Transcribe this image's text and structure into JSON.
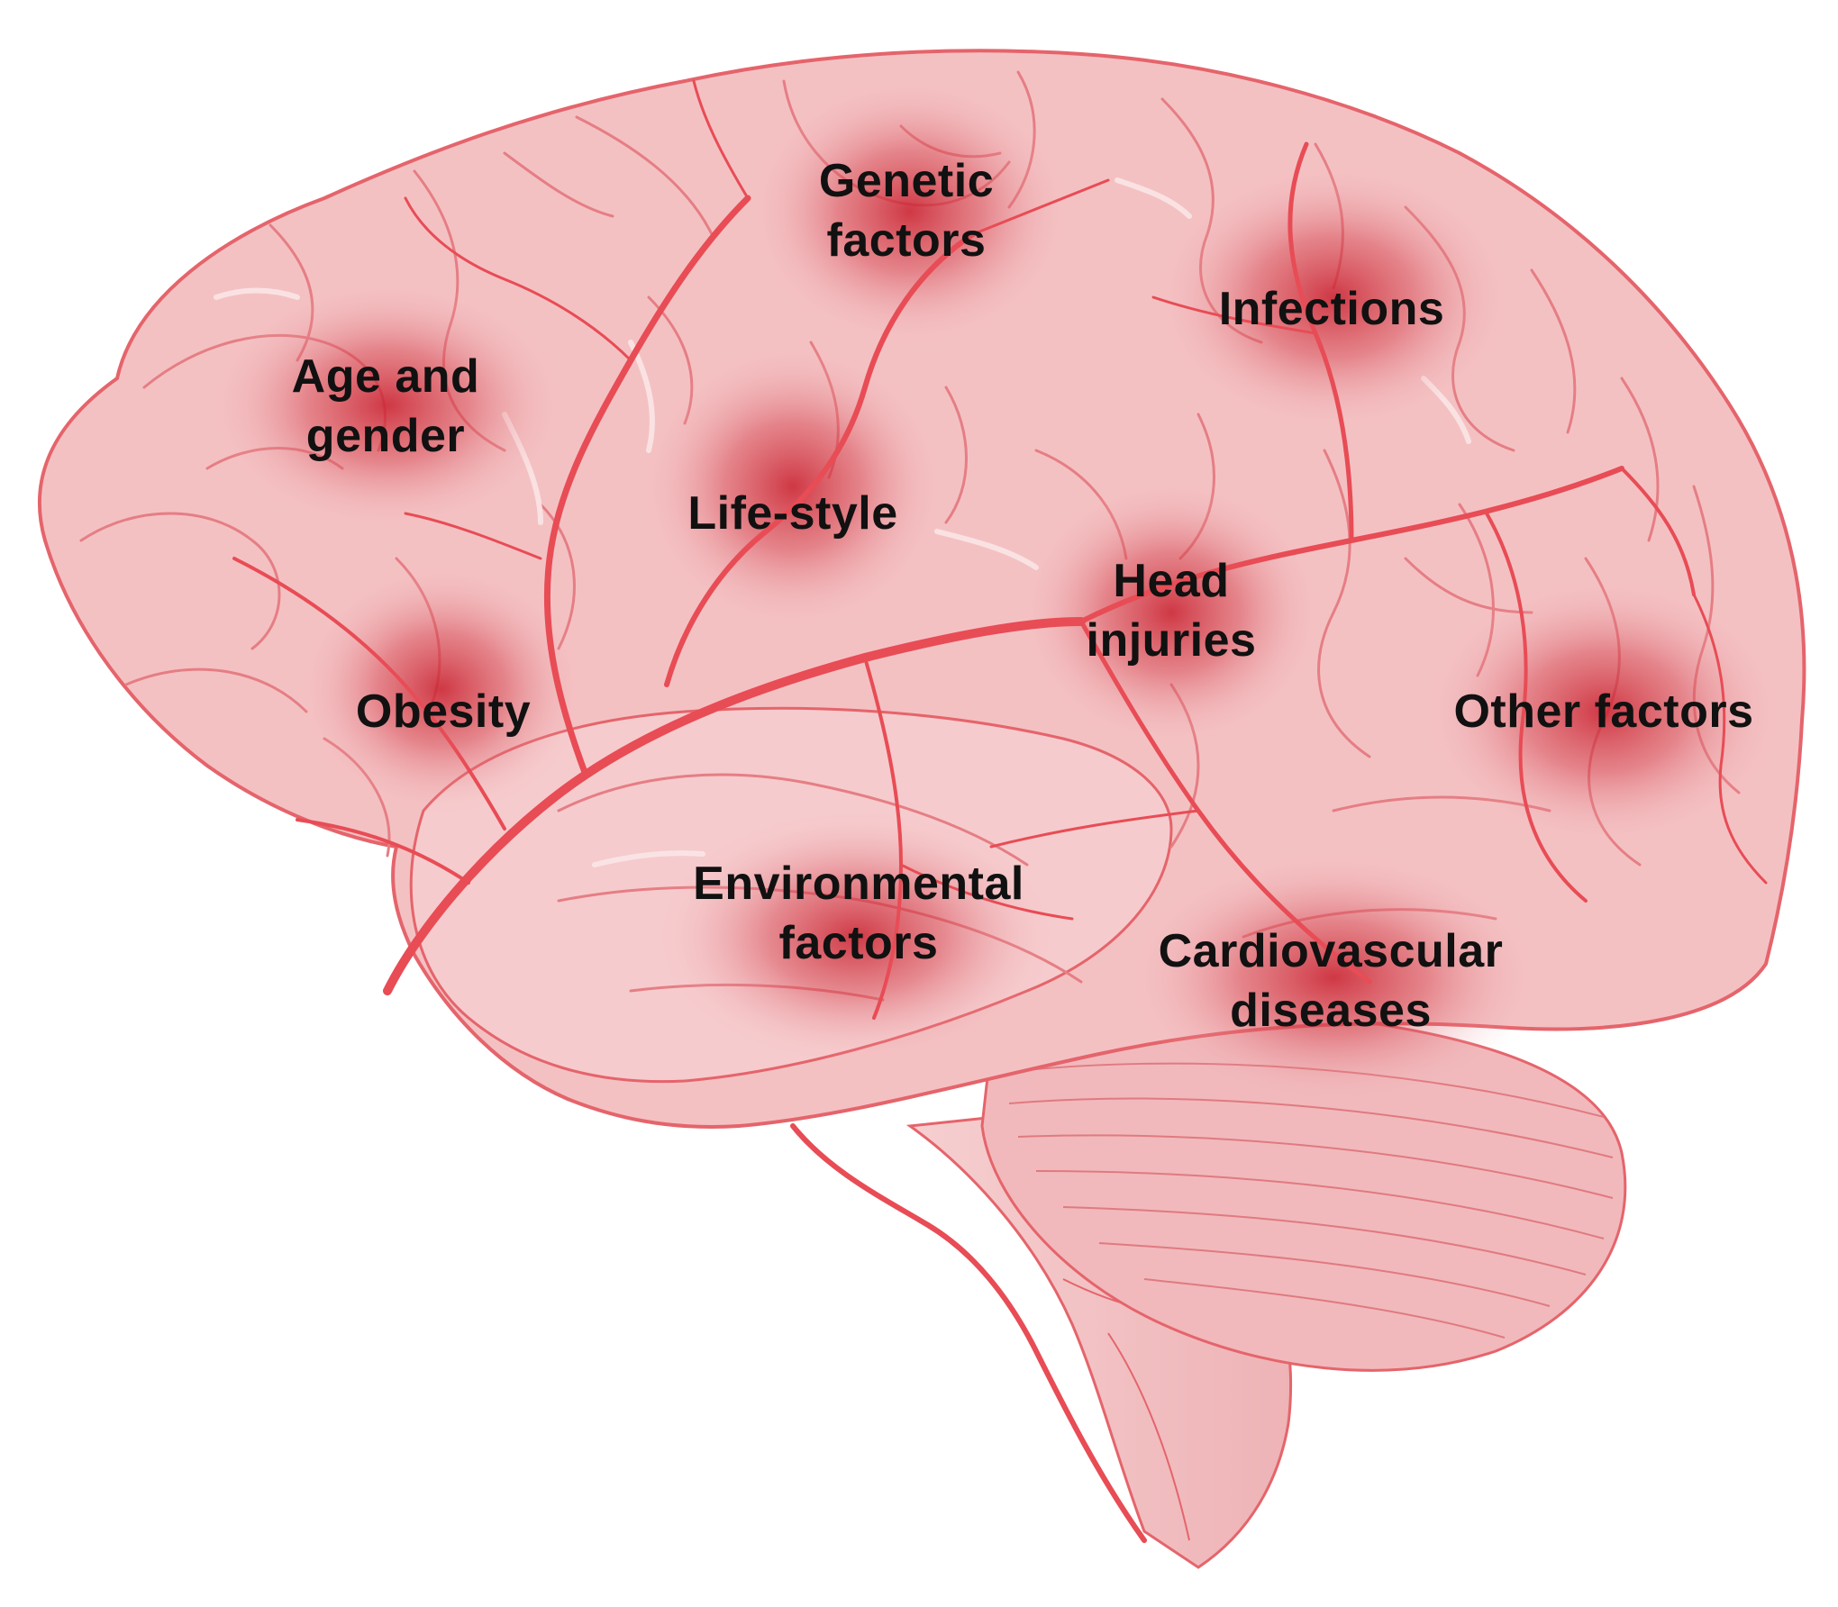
{
  "colors": {
    "background": "#ffffff",
    "brain_fill": "#f4c1c3",
    "brain_outline": "#e5646b",
    "vessel": "#e84c55",
    "hotspot": "#c8202e",
    "label_text": "#111111"
  },
  "risk_factors": [
    {
      "id": "age-and-gender",
      "lines": [
        "Age and",
        "gender"
      ]
    },
    {
      "id": "genetic-factors",
      "lines": [
        "Genetic",
        "factors"
      ]
    },
    {
      "id": "infections",
      "lines": [
        "Infections"
      ]
    },
    {
      "id": "life-style",
      "lines": [
        "Life-style"
      ]
    },
    {
      "id": "head-injuries",
      "lines": [
        "Head",
        "injuries"
      ]
    },
    {
      "id": "obesity",
      "lines": [
        "Obesity"
      ]
    },
    {
      "id": "other-factors",
      "lines": [
        "Other factors"
      ]
    },
    {
      "id": "environmental-factors",
      "lines": [
        "Environmental",
        "factors"
      ]
    },
    {
      "id": "cardiovascular-diseases",
      "lines": [
        "Cardiovascular",
        "diseases"
      ]
    }
  ]
}
